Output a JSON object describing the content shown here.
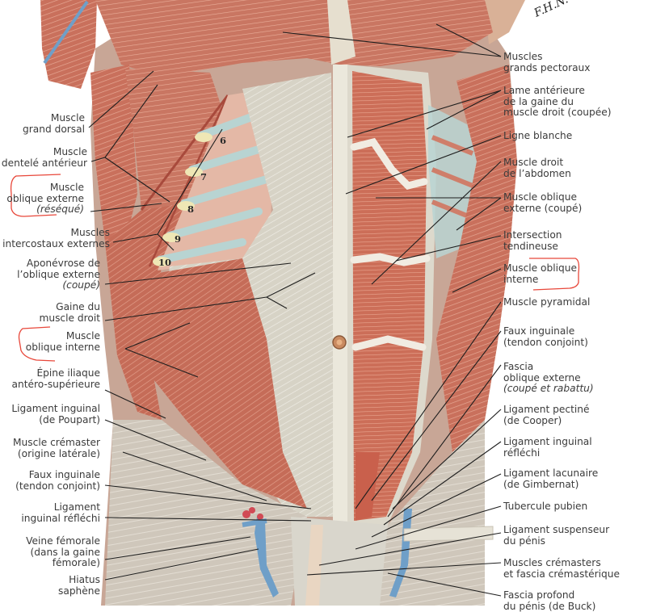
{
  "figure": {
    "type": "anatomical-illustration",
    "subject": "Paroi abdominale antérieure",
    "signature": "F.H.N."
  },
  "labels_left": [
    {
      "id": "grand-dorsal",
      "lines": [
        "Muscle",
        "grand dorsal"
      ]
    },
    {
      "id": "dentele-anterieur",
      "lines": [
        "Muscle",
        "dentelé antérieur"
      ]
    },
    {
      "id": "oblique-externe-reseque",
      "lines": [
        "Muscle",
        "oblique externe",
        "(réséqué)"
      ],
      "highlighted": true
    },
    {
      "id": "intercostaux-externes",
      "lines": [
        "Muscles",
        "intercostaux externes"
      ]
    },
    {
      "id": "aponevrose-oblique-externe",
      "lines": [
        "Aponévrose de",
        "l’oblique externe",
        "(coupé)"
      ]
    },
    {
      "id": "gaine-muscle-droit",
      "lines": [
        "Gaine du",
        "muscle droit"
      ]
    },
    {
      "id": "oblique-interne-left",
      "lines": [
        "Muscle",
        "oblique interne"
      ],
      "highlighted": true
    },
    {
      "id": "epine-iliaque",
      "lines": [
        "Épine iliaque",
        "antéro-supérieure"
      ]
    },
    {
      "id": "ligament-inguinal-poupart",
      "lines": [
        "Ligament inguinal",
        "(de Poupart)"
      ]
    },
    {
      "id": "muscle-cremaster",
      "lines": [
        "Muscle crémaster",
        "(origine latérale)"
      ]
    },
    {
      "id": "faux-inguinale-left",
      "lines": [
        "Faux inguinale",
        "(tendon conjoint)"
      ]
    },
    {
      "id": "ligament-inguinal-reflechi-left",
      "lines": [
        "Ligament",
        "inguinal réfléchi"
      ]
    },
    {
      "id": "veine-femorale",
      "lines": [
        "Veine fémorale",
        "(dans la gaine",
        "fémorale)"
      ]
    },
    {
      "id": "hiatus-saphene",
      "lines": [
        "Hiatus",
        "saphène"
      ]
    }
  ],
  "labels_right": [
    {
      "id": "grands-pectoraux",
      "lines": [
        "Muscles",
        "grands pectoraux"
      ]
    },
    {
      "id": "lame-anterieure",
      "lines": [
        "Lame antérieure",
        "de la gaine du",
        "muscle droit (coupée)"
      ]
    },
    {
      "id": "ligne-blanche",
      "lines": [
        "Ligne blanche"
      ]
    },
    {
      "id": "muscle-droit-abdomen",
      "lines": [
        "Muscle droit",
        "de l’abdomen"
      ]
    },
    {
      "id": "oblique-externe-coupe",
      "lines": [
        "Muscle oblique",
        "externe (coupé)"
      ]
    },
    {
      "id": "intersection-tendineuse",
      "lines": [
        "Intersection",
        "tendineuse"
      ]
    },
    {
      "id": "oblique-interne-right",
      "lines": [
        "Muscle oblique",
        "interne"
      ],
      "highlighted": true
    },
    {
      "id": "muscle-pyramidal",
      "lines": [
        "Muscle pyramidal"
      ]
    },
    {
      "id": "faux-inguinale-right",
      "lines": [
        "Faux inguinale",
        "(tendon conjoint)"
      ]
    },
    {
      "id": "fascia-oblique-externe",
      "lines": [
        "Fascia",
        "oblique externe",
        "(coupé et rabattu)"
      ]
    },
    {
      "id": "ligament-pectine",
      "lines": [
        "Ligament pectiné",
        "(de Cooper)"
      ]
    },
    {
      "id": "ligament-inguinal-reflechi-right",
      "lines": [
        "Ligament inguinal",
        "réfléchi"
      ]
    },
    {
      "id": "ligament-lacunaire",
      "lines": [
        "Ligament lacunaire",
        "(de Gimbernat)"
      ]
    },
    {
      "id": "tubercule-pubien",
      "lines": [
        "Tubercule pubien"
      ]
    },
    {
      "id": "ligament-suspenseur",
      "lines": [
        "Ligament suspenseur",
        "du pénis"
      ]
    },
    {
      "id": "muscles-cremasters",
      "lines": [
        "Muscles crémasters",
        "et fascia crémastérique"
      ]
    },
    {
      "id": "fascia-profond",
      "lines": [
        "Fascia profond",
        "du pénis (de Buck)"
      ]
    }
  ],
  "rib_numbers": [
    "6",
    "7",
    "8",
    "9",
    "10"
  ],
  "colors": {
    "muscle": "#c9705c",
    "muscle_light": "#e0a08c",
    "muscle_dark": "#a84a3c",
    "aponeurosis": "#d9d6c8",
    "fascia_grey": "#c8c6bb",
    "cartilage": "#b8d4d2",
    "vein": "#6f9fc8",
    "highlight_bracket": "#e8473a",
    "label_text": "#3b3b3b",
    "leader_line": "#1e1e1e"
  }
}
